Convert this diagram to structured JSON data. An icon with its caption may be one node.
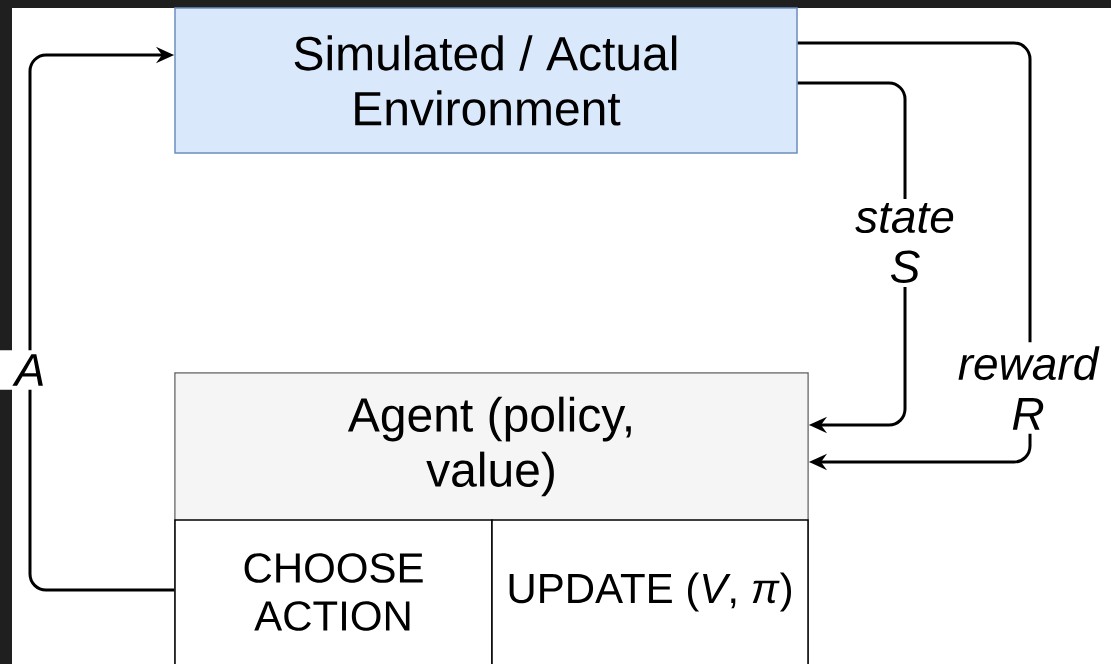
{
  "diagram": {
    "nodes": [
      {
        "text": [
          "Simulated / Actual Environment"
        ]
      },
      {
        "text": [
          "Agent (policy, value)"
        ]
      },
      {
        "text": [
          "CHOOSE ACTION"
        ],
        "in": 1
      },
      {
        "text": [
          "UPDATE (*V*, *π*)"
        ],
        "in": 1
      }
    ],
    "edges": [
      {
        "from": 2,
        "to": 0,
        "arrow": "to",
        "label": "A"
      },
      {
        "from": 0,
        "to": 1,
        "arrow": "to",
        "label": "state S"
      },
      {
        "from": 0,
        "to": 1,
        "arrow": "to",
        "label": "reward R"
      }
    ]
  }
}
